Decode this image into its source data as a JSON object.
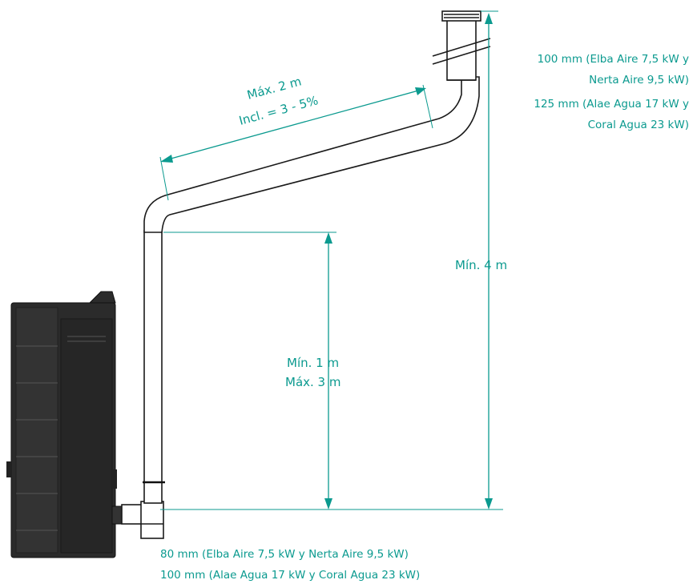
{
  "annotations": {
    "horizontal_max": "Máx. 2 m",
    "incline": "Incl. = 3 - 5%",
    "vertical_min_total": "Mín. 4 m",
    "lower_min": "Mín. 1 m",
    "lower_max": "Máx. 3 m",
    "top_diam_line1": "100 mm (Elba Aire 7,5 kW y",
    "top_diam_line2": "Nerta Aire 9,5 kW)",
    "top_diam_line3": "125 mm (Alae Agua 17 kW y",
    "top_diam_line4": "Coral Agua 23 kW)",
    "bottom_diam_line1": "80 mm (Elba Aire 7,5 kW y Nerta Aire 9,5 kW)",
    "bottom_diam_line2": "100 mm (Alae Agua 17 kW y Coral Agua 23 kW)"
  },
  "colors": {
    "dimension": "#0b9a8f",
    "pipe": "#1a1a1a",
    "stove": "#2b2b2b"
  }
}
